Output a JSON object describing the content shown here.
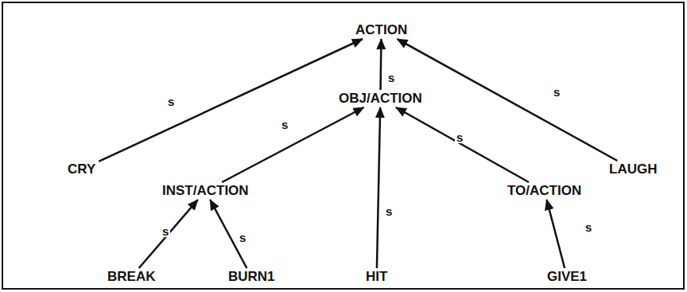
{
  "diagram": {
    "nodes": [
      {
        "text": [
          "ACTION"
        ]
      },
      {
        "text": [
          "OBJ/ACTION"
        ]
      },
      {
        "text": [
          "CRY"
        ]
      },
      {
        "text": [
          "INST/ACTION"
        ]
      },
      {
        "text": [
          "TO/ACTION"
        ]
      },
      {
        "text": [
          "LAUGH"
        ]
      },
      {
        "text": [
          "BREAK"
        ]
      },
      {
        "text": [
          "BURN1"
        ]
      },
      {
        "text": [
          "HIT"
        ]
      },
      {
        "text": [
          "GIVE1"
        ]
      }
    ],
    "edges": [
      {
        "from": 2,
        "to": 0,
        "arrow": "to",
        "label": "s"
      },
      {
        "from": 1,
        "to": 0,
        "arrow": "to",
        "label": "s"
      },
      {
        "from": 5,
        "to": 0,
        "arrow": "to",
        "label": "s"
      },
      {
        "from": 3,
        "to": 1,
        "arrow": "to",
        "label": "s"
      },
      {
        "from": 8,
        "to": 1,
        "arrow": "to",
        "label": "s"
      },
      {
        "from": 4,
        "to": 1,
        "arrow": "to",
        "label": "s"
      },
      {
        "from": 6,
        "to": 3,
        "arrow": "to",
        "label": "s"
      },
      {
        "from": 7,
        "to": 3,
        "arrow": "to",
        "label": "s"
      },
      {
        "from": 9,
        "to": 4,
        "arrow": "to",
        "label": "s"
      }
    ]
  }
}
